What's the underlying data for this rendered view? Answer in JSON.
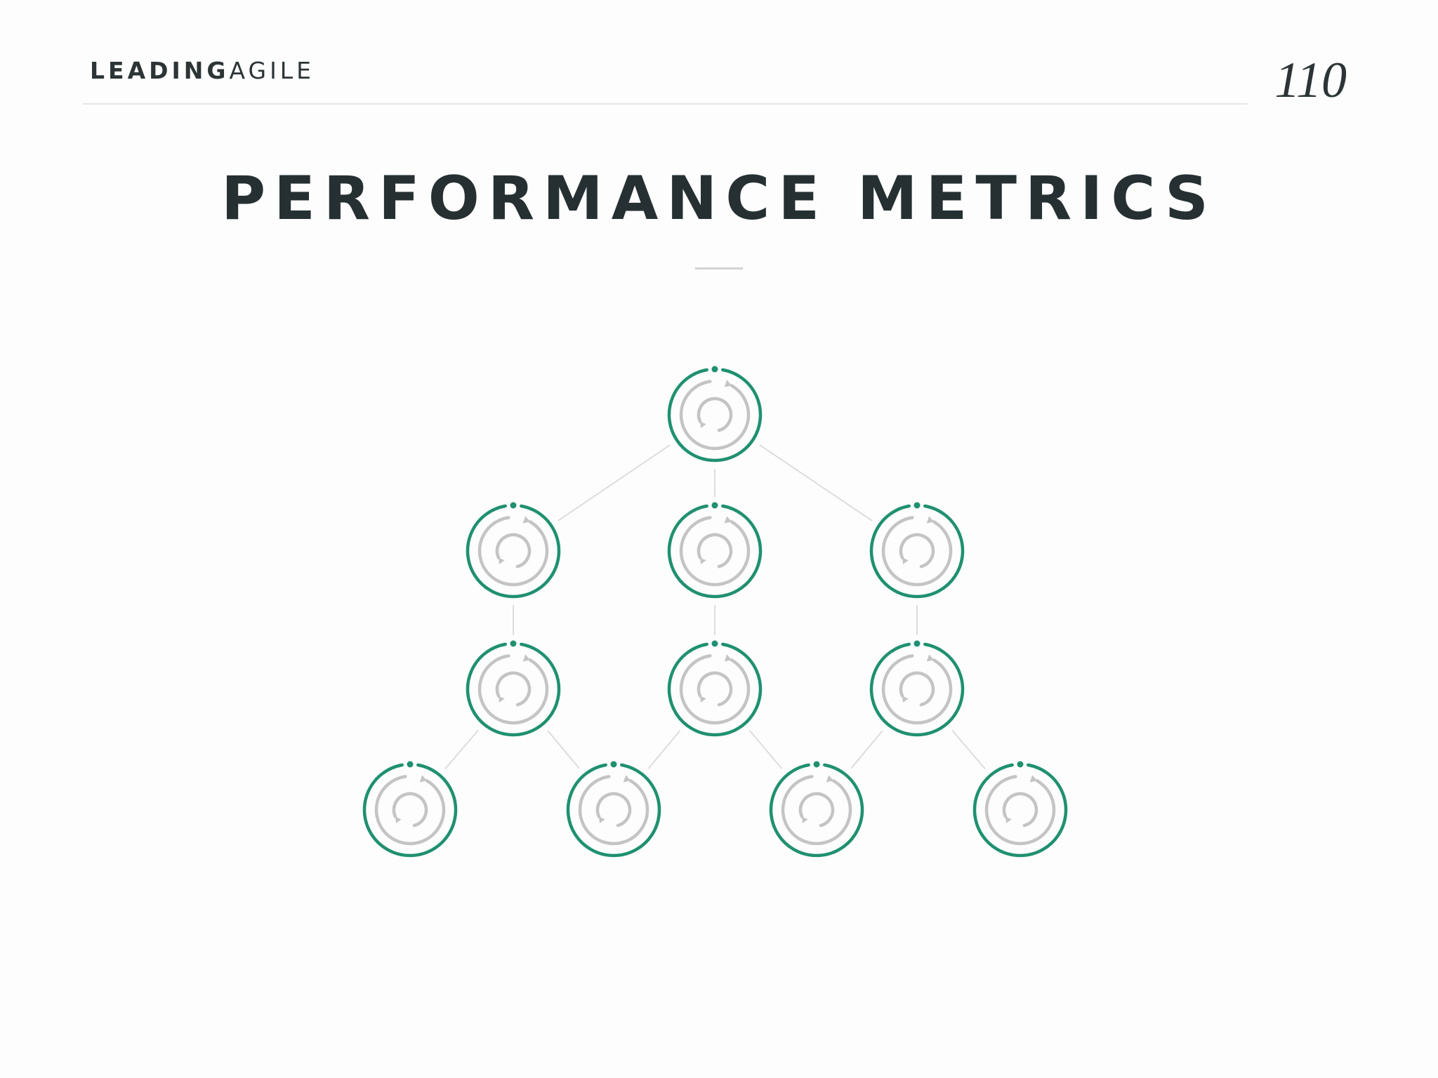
{
  "header": {
    "logo_bold": "LEADING",
    "logo_light": "AGILE",
    "page_number": "110"
  },
  "title": "PERFORMANCE METRICS",
  "colors": {
    "ring": "#1f9070",
    "icon": "#c4c4c4",
    "connector": "#dddddd",
    "text": "#263033"
  },
  "diagram": {
    "icon_name": "iteration-cycle-icon",
    "tiers": [
      {
        "level": 1,
        "nodes": 1
      },
      {
        "level": 2,
        "nodes": 3
      },
      {
        "level": 3,
        "nodes": 3
      },
      {
        "level": 4,
        "nodes": 4
      }
    ]
  }
}
